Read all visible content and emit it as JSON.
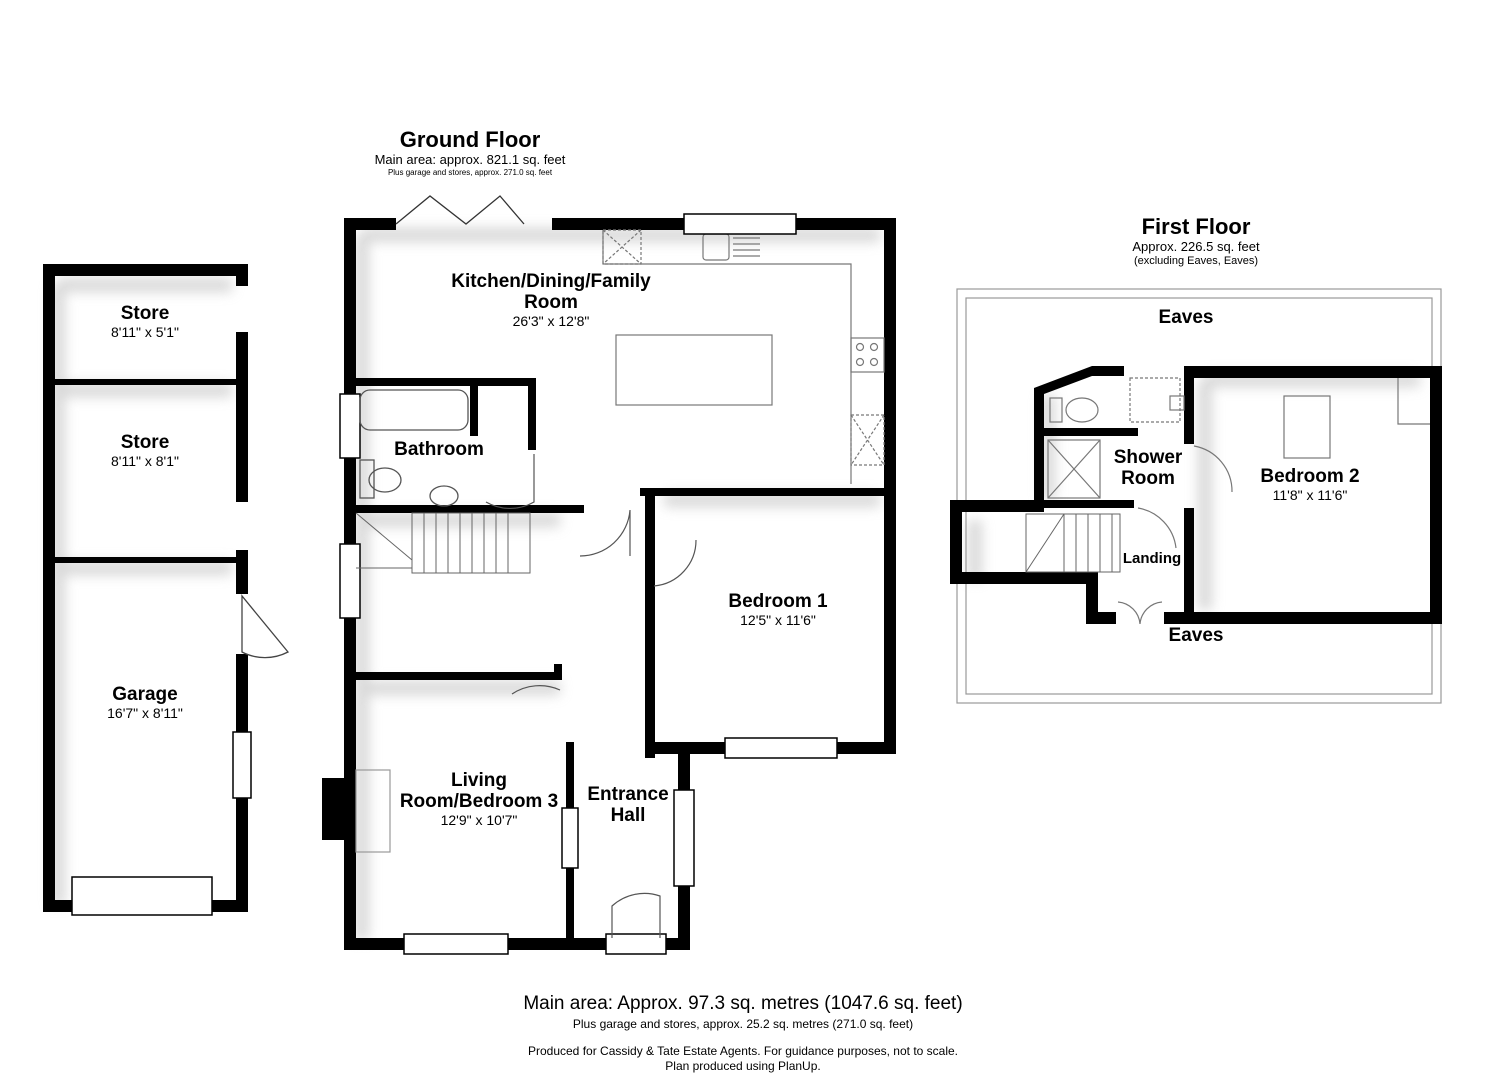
{
  "ground_floor": {
    "title": "Ground Floor",
    "main_area": "Main area: approx. 821.1 sq. feet",
    "extra_area": "Plus garage and stores, approx. 271.0 sq. feet"
  },
  "first_floor": {
    "title": "First Floor",
    "area": "Approx. 226.5 sq. feet",
    "note": "(excluding Eaves, Eaves)"
  },
  "rooms": {
    "store_top": {
      "name": "Store",
      "dims": "8'11\" x 5'1\""
    },
    "store_mid": {
      "name": "Store",
      "dims": "8'11\" x 8'1\""
    },
    "garage": {
      "name": "Garage",
      "dims": "16'7\" x 8'11\""
    },
    "kitchen": {
      "name_line1": "Kitchen/Dining/Family",
      "name_line2": "Room",
      "dims": "26'3\" x 12'8\""
    },
    "bathroom": {
      "name": "Bathroom"
    },
    "bedroom1": {
      "name": "Bedroom 1",
      "dims": "12'5\" x 11'6\""
    },
    "living": {
      "name_line1": "Living",
      "name_line2": "Room/Bedroom 3",
      "dims": "12'9\" x 10'7\""
    },
    "entrance": {
      "name_line1": "Entrance",
      "name_line2": "Hall"
    },
    "shower": {
      "name_line1": "Shower",
      "name_line2": "Room"
    },
    "landing": {
      "name": "Landing"
    },
    "bedroom2": {
      "name": "Bedroom 2",
      "dims": "11'8\" x 11'6\""
    },
    "eaves_top": {
      "name": "Eaves"
    },
    "eaves_bottom": {
      "name": "Eaves"
    }
  },
  "footer": {
    "main_area": "Main area: Approx. 97.3 sq. metres (1047.6 sq. feet)",
    "extra_area": "Plus garage and stores, approx. 25.2 sq. metres (271.0 sq. feet)",
    "credit_line1": "Produced for Cassidy & Tate Estate Agents. For guidance purposes, not to scale.",
    "credit_line2": "Plan produced using PlanUp."
  },
  "colors": {
    "wall": "#000000",
    "shadow": "#d9d9d9",
    "fixture": "#666666",
    "background": "#ffffff"
  }
}
